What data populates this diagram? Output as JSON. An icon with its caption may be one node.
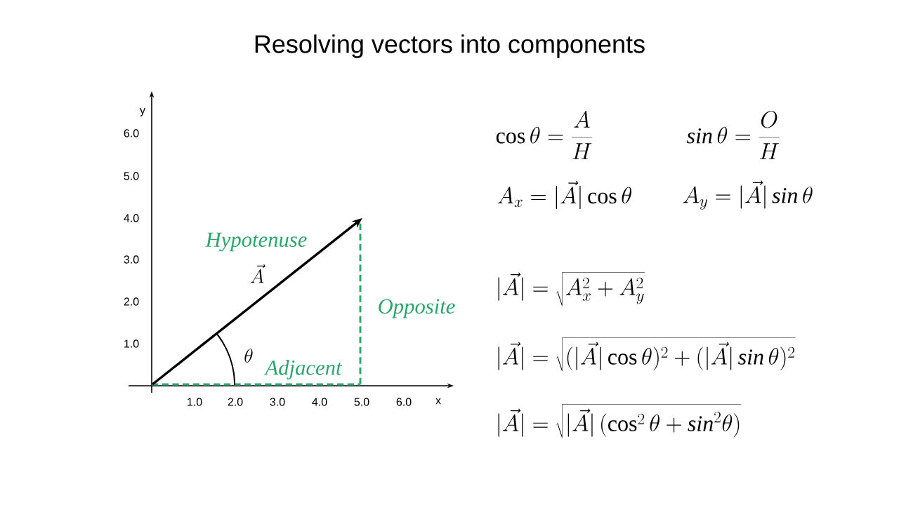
{
  "diagram": {
    "title": "Resolving vectors into components",
    "labels": [
      "y",
      "6.0",
      "5.0",
      "4.0",
      "3.0",
      "2.0",
      "1.0",
      "1.0",
      "2.0",
      "3.0",
      "4.0",
      "5.0",
      "6.0",
      "x",
      "Hypotenuse",
      "\\vec{A}",
      "Opposite",
      "\\theta",
      "Adjacent",
      "\\cos\\theta = \\frac{A}{H}",
      "\\mathit{sin}\\,\\theta = \\frac{O}{H}",
      "A_x = |\\vec{A}|\\cos\\theta",
      "A_y = |\\vec{A}|\\,\\mathit{sin}\\,\\theta",
      "|\\vec{A}| = \\sqrt{A_x^2 + A_y^2}",
      "|\\vec{A}| = \\sqrt{(|\\vec{A}|\\cos\\theta)^2 + (|\\vec{A}|\\,\\mathit{sin}\\,\\theta)^2}",
      "|\\vec{A}| = \\sqrt{|\\vec{A}|\\,(\\cos^2\\theta + \\mathit{sin}^2\\theta)}"
    ]
  }
}
